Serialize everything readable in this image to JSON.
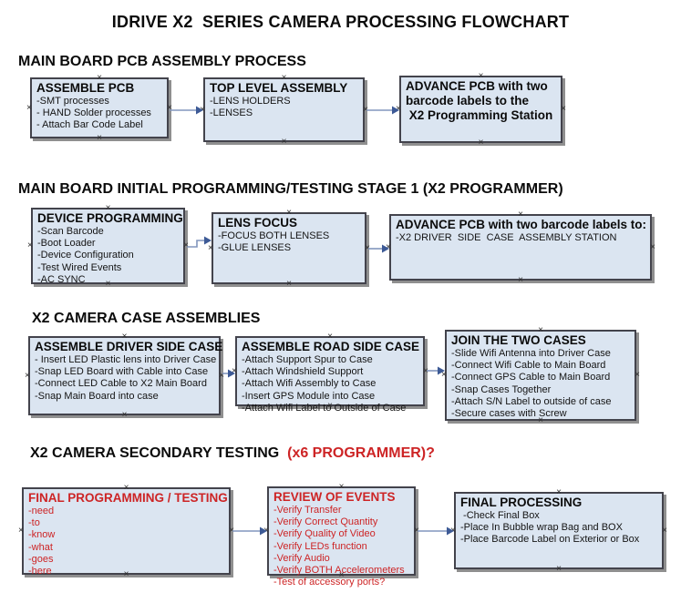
{
  "title": "IDRIVE X2  SERIES CAMERA PROCESSING FLOWCHART",
  "colors": {
    "box_fill": "#dbe5f1",
    "box_border": "#43434c",
    "box_shadow": "#8f8f8f",
    "arrow_line": "#8296bd",
    "arrow_head": "#3d5a96",
    "red_text": "#cd2425",
    "black_text": "#0b0b0b"
  },
  "icons": {
    "anchor_x": "×"
  },
  "sections": [
    {
      "heading": "MAIN BOARD PCB ASSEMBLY PROCESS",
      "heading_red": "",
      "boxes": [
        {
          "title": "ASSEMBLE PCB",
          "items": [
            "-SMT processes",
            "- HAND Solder processes",
            "- Attach Bar Code Label"
          ]
        },
        {
          "title": "TOP LEVEL ASSEMBLY",
          "items": [
            "-LENS HOLDERS",
            "-LENSES"
          ]
        },
        {
          "title": "ADVANCE PCB with two\nbarcode labels to the\n X2 Programming Station",
          "items": []
        }
      ]
    },
    {
      "heading": "MAIN BOARD INITIAL PROGRAMMING/TESTING STAGE 1 (X2 PROGRAMMER)",
      "heading_red": "",
      "boxes": [
        {
          "title": "DEVICE PROGRAMMING",
          "items": [
            "-Scan Barcode",
            "-Boot Loader",
            "-Device Configuration",
            "-Test Wired Events",
            "-AC SYNC"
          ]
        },
        {
          "title": "LENS FOCUS",
          "items": [
            "-FOCUS BOTH LENSES",
            "-GLUE LENSES"
          ]
        },
        {
          "title": "ADVANCE PCB with two barcode labels to:",
          "items": [
            "-X2 DRIVER  SIDE  CASE  ASSEMBLY STATION"
          ]
        }
      ]
    },
    {
      "heading": "X2 CAMERA CASE ASSEMBLIES",
      "heading_red": "",
      "boxes": [
        {
          "title": "ASSEMBLE DRIVER SIDE CASE",
          "items": [
            "- Insert LED Plastic lens into Driver Case",
            "-Snap LED Board with Cable into Case",
            "-Connect LED Cable to X2 Main Board",
            "-Snap Main Board into case"
          ]
        },
        {
          "title": "ASSEMBLE ROAD SIDE CASE",
          "items": [
            "-Attach Support Spur to Case",
            "-Attach Windshield Support",
            "-Attach Wifi Assembly to Case",
            "-Insert GPS Module into Case",
            "-Attach Wifi Label to Outside of Case"
          ]
        },
        {
          "title": "JOIN THE TWO CASES",
          "items": [
            "-Slide Wifi Antenna into Driver Case",
            "-Connect Wifi Cable to Main Board",
            "-Connect GPS Cable to Main Board",
            "-Snap Cases Together",
            "-Attach S/N Label to outside of case",
            "-Secure cases with Screw"
          ]
        }
      ]
    },
    {
      "heading": "X2 CAMERA SECONDARY TESTING  ",
      "heading_red": "(x6 PROGRAMMER)?",
      "boxes": [
        {
          "title": "FINAL PROGRAMMING / TESTING",
          "items": [
            "-need",
            "-to",
            "-know",
            "-what",
            "-goes",
            "-here"
          ]
        },
        {
          "title": "REVIEW OF EVENTS",
          "items": [
            "-Verify Transfer",
            "-Verify Correct Quantity",
            "-Verify Quality of Video",
            "-Verify LEDs function",
            "-Verify Audio",
            "-Verify BOTH Accelerometers",
            "-Test of accessory ports?"
          ]
        },
        {
          "title": "FINAL PROCESSING",
          "items": [
            " -Check Final Box",
            "-Place In Bubble wrap Bag and BOX",
            "-Place Barcode Label on Exterior or Box"
          ]
        }
      ]
    }
  ]
}
